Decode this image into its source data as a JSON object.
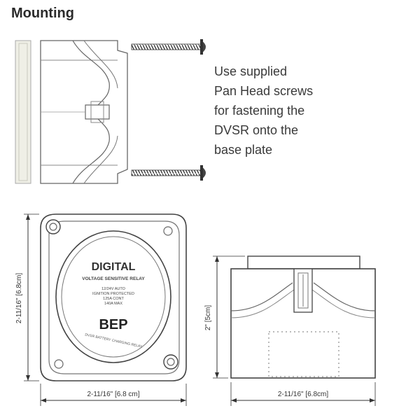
{
  "heading": "Mounting",
  "note_lines": [
    "Use supplied",
    "Pan Head screws",
    "for fastening the",
    "DVSR onto the",
    "base plate"
  ],
  "front_view": {
    "brand": "DIGITAL",
    "subtitle": "VOLTAGE SENSITIVE RELAY",
    "spec_lines": [
      "12/24V AUTO",
      "IGNITION PROTECTED",
      "125A CONT",
      "140A MAX"
    ],
    "logo": "BEP",
    "arc_text": "DVSR BATTERY CHARGING RELAY",
    "width_label": "2-11/16\" [6.8 cm]",
    "height_label": "2-11/16\" [6.8cm]"
  },
  "side_view": {
    "height_label": "2\" [5cm]",
    "width_label": "2-11/16\" [6.8cm]"
  }
}
